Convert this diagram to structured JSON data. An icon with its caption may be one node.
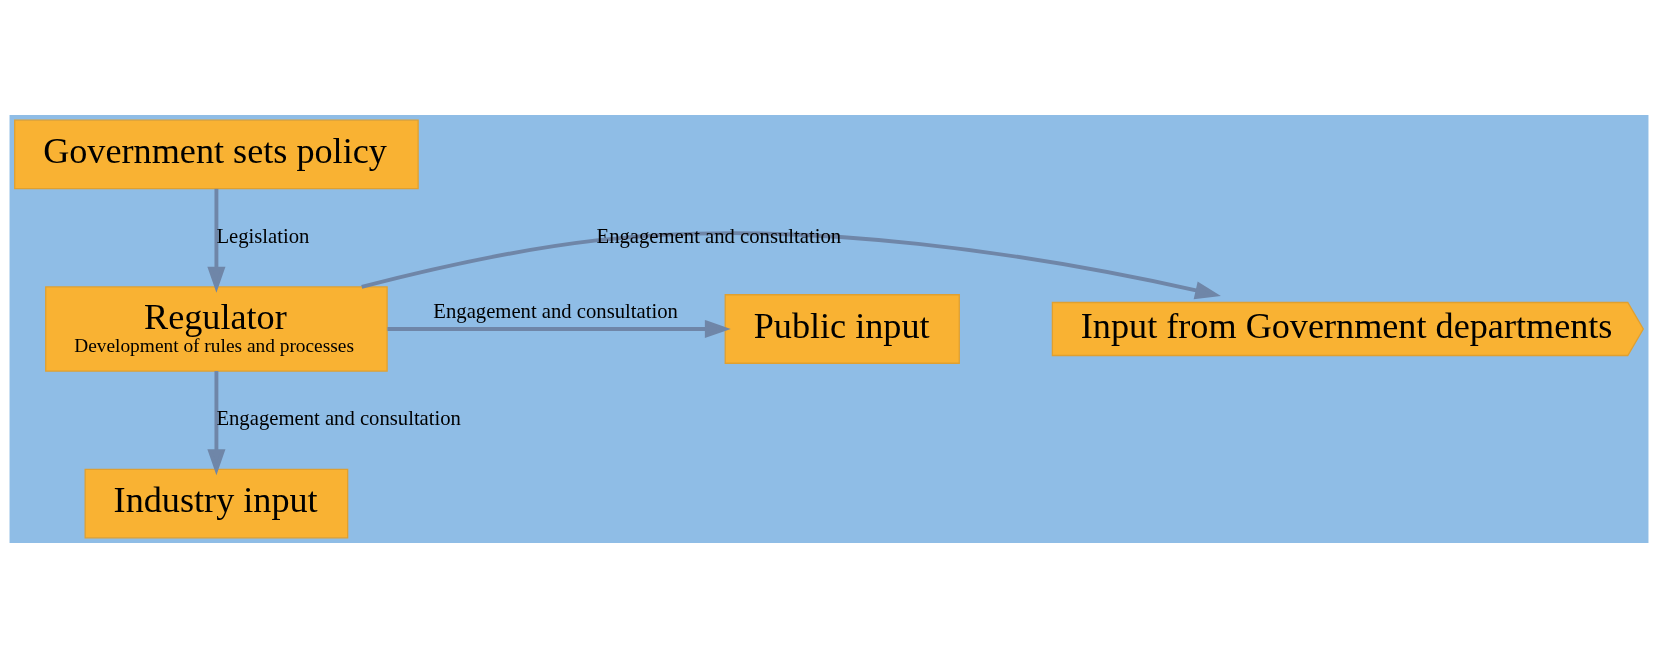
{
  "diagram": {
    "nodes": [
      {
        "text": [
          "Government sets policy"
        ]
      },
      {
        "text": [
          "Input from Government departments"
        ]
      },
      {
        "text": [
          "Regulator",
          "Development of rules and processes"
        ]
      },
      {
        "text": [
          "Public input"
        ]
      },
      {
        "text": [
          "Industry input"
        ]
      }
    ],
    "edges": [
      {
        "from": 0,
        "to": 2,
        "arrow": "to",
        "label": "Legislation"
      },
      {
        "from": 2,
        "to": 1,
        "arrow": "to",
        "label": "Engagement and consultation"
      },
      {
        "from": 2,
        "to": 3,
        "arrow": "to",
        "label": "Engagement and consultation"
      },
      {
        "from": 2,
        "to": 4,
        "arrow": "to",
        "label": "Engagement and consultation"
      }
    ]
  }
}
